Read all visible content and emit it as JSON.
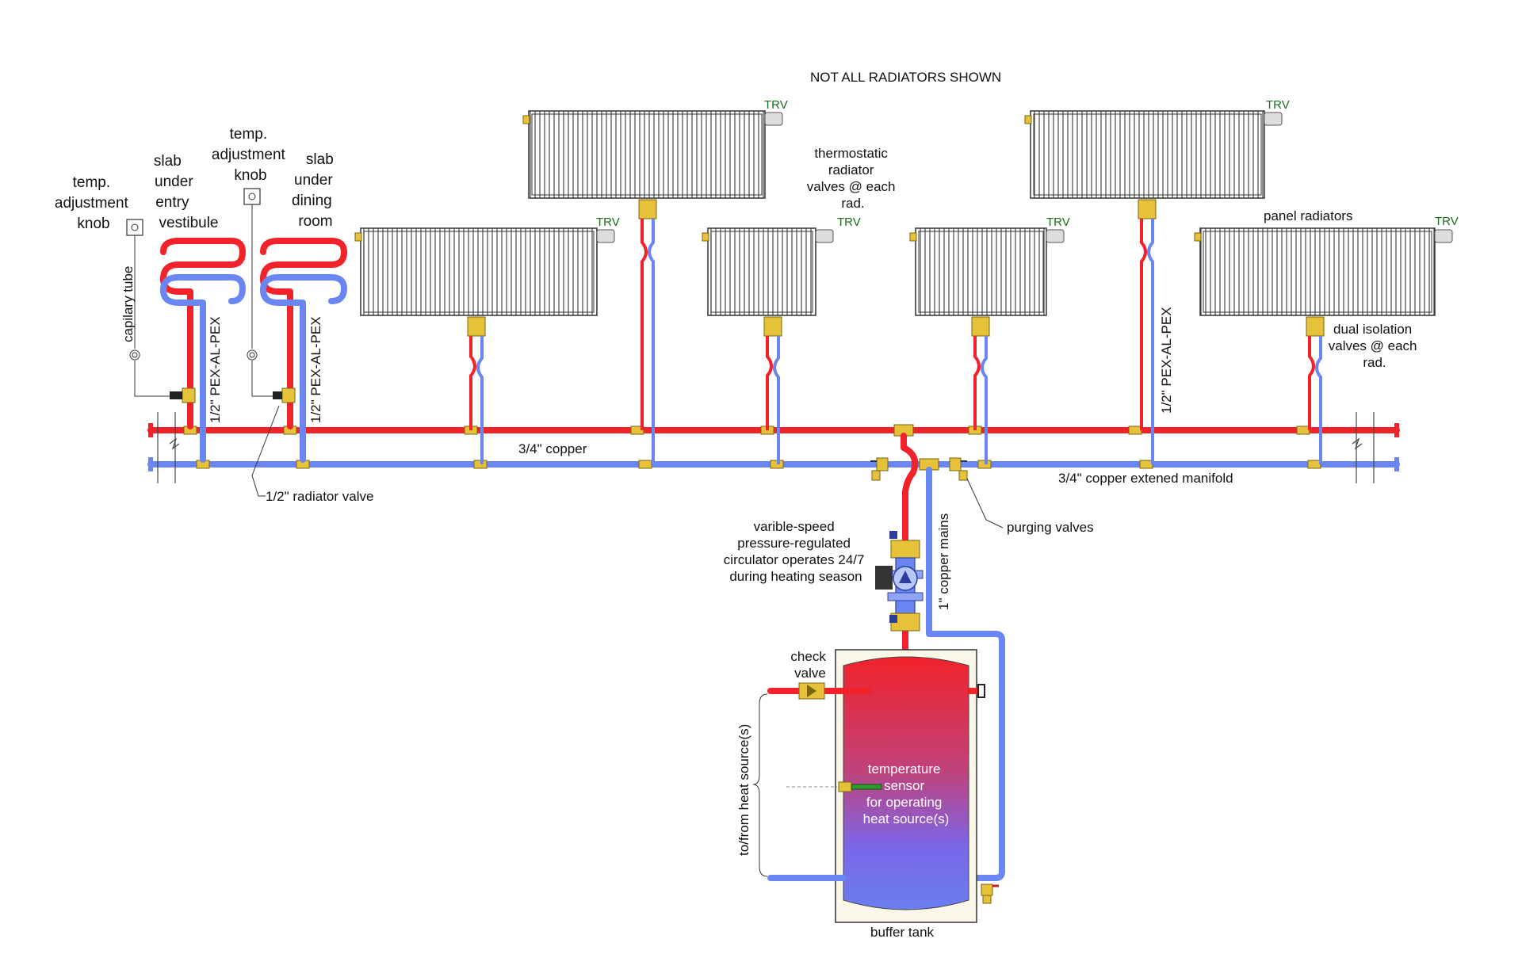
{
  "labels": {
    "not_all_shown": "NOT ALL RADIATORS SHOWN",
    "temp_knob_1": [
      "temp.",
      "adjustment",
      "knob"
    ],
    "temp_knob_2": [
      "temp.",
      "adjustment",
      "knob"
    ],
    "slab_entry": [
      "slab",
      "under",
      "entry",
      "vestibule"
    ],
    "slab_dining": [
      "slab",
      "under",
      "dining",
      "room"
    ],
    "capillary_tube": "capilary tube",
    "pex_1": "1/2\" PEX-AL-PEX",
    "pex_2": "1/2\" PEX-AL-PEX",
    "pex_3": "1/2\" PEX-AL-PEX",
    "trv": "TRV",
    "thermostatic_valves": [
      "thermostatic",
      "radiator",
      "valves @ each",
      "rad."
    ],
    "panel_radiators": "panel radiators",
    "dual_isolation": [
      "dual isolation",
      "valves @ each",
      "rad."
    ],
    "copper_34": "3/4\" copper",
    "copper_manifold": "3/4\" copper extened manifold",
    "radiator_valve": "1/2\" radiator valve",
    "purging_valves": "purging valves",
    "circulator": [
      "varible-speed",
      "pressure-regulated",
      "circulator operates 24/7",
      "during heating season"
    ],
    "copper_mains": "1\" copper mains",
    "check_valve": [
      "check",
      "valve"
    ],
    "heat_source": "to/from heat source(s)",
    "temp_sensor": [
      "temperature",
      "sensor",
      "for operating",
      "heat source(s)"
    ],
    "buffer_tank": "buffer tank"
  },
  "colors": {
    "supply": "#f2222b",
    "return": "#6a86f2",
    "brass": "#e6c23a",
    "trv_label": "#1a6e1a"
  }
}
